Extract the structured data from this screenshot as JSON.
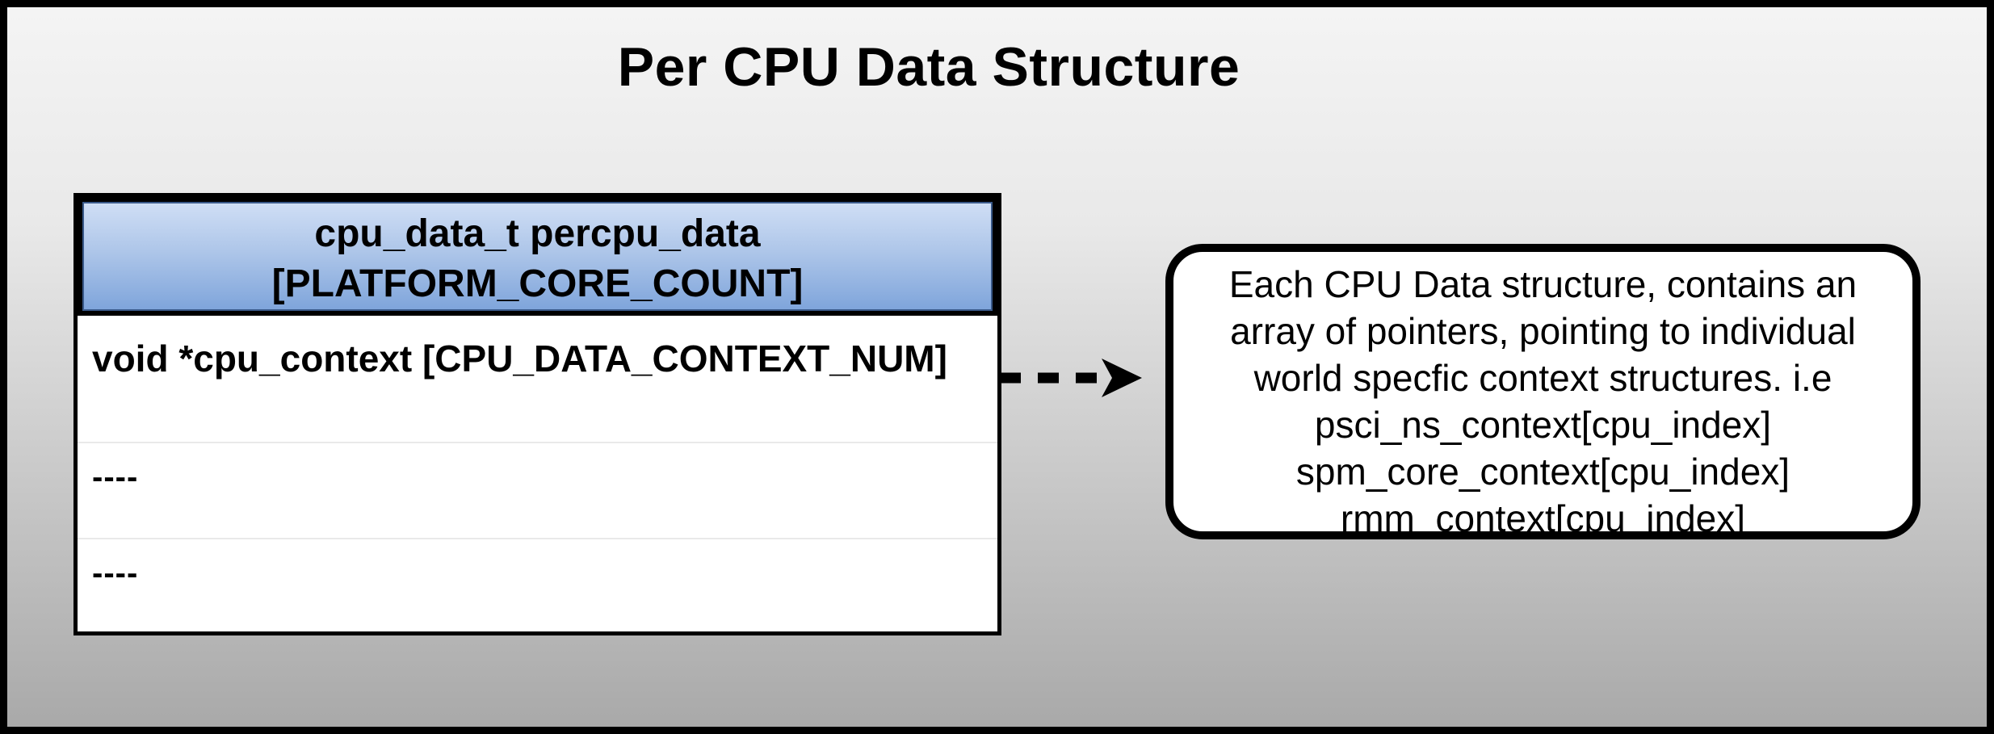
{
  "title": "Per CPU Data Structure",
  "table": {
    "header": {
      "line1": "cpu_data_t percpu_data",
      "line2": "[PLATFORM_CORE_COUNT]"
    },
    "rows": [
      "void *cpu_context [CPU_DATA_CONTEXT_NUM]",
      "----",
      "----"
    ]
  },
  "arrow_icon": "dashed-arrow-right",
  "note": {
    "lines": [
      "Each CPU Data structure, contains an",
      "array of pointers, pointing to individual",
      "world specfic context structures. i.e",
      "psci_ns_context[cpu_index]",
      "spm_core_context[cpu_index]",
      "rmm_context[cpu_index]"
    ]
  },
  "colors": {
    "outer_border": "#000000",
    "background_top": "#f4f4f4",
    "background_bottom": "#a9a9a9",
    "header_gradient_top": "#cfdef5",
    "header_gradient_bottom": "#7fa5db",
    "header_inner_border": "#3a5a8a",
    "row_divider": "#e9e9e9",
    "table_background": "#ffffff",
    "note_background": "#ffffff",
    "text": "#000000"
  }
}
